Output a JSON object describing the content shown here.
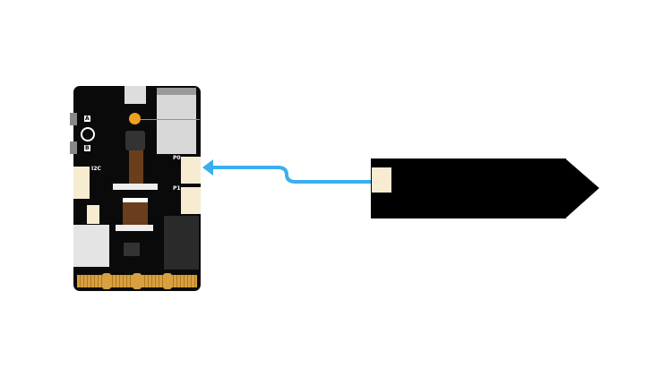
{
  "board": {
    "button_a": "A",
    "button_b": "B",
    "port_i2c": "I2C",
    "port_p0": "P0",
    "port_p1": "P1"
  },
  "colors": {
    "wire": "#3aaef0",
    "board": "#0a0a0a",
    "connector": "#f7ecd2",
    "led": "#f0a020"
  }
}
